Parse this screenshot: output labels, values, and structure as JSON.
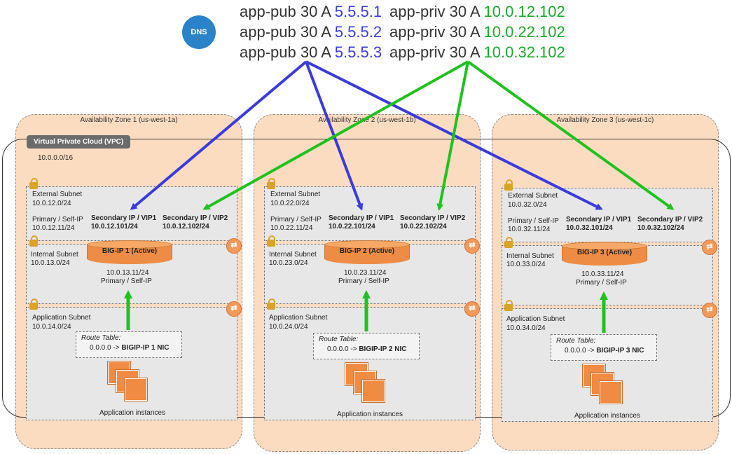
{
  "dns": {
    "icon": "dns-icon",
    "icon_text": "DNS",
    "pub": [
      {
        "prefix": "app-pub 30 A ",
        "ip": "5.5.5.1"
      },
      {
        "prefix": "app-pub 30 A ",
        "ip": "5.5.5.2"
      },
      {
        "prefix": "app-pub 30 A ",
        "ip": "5.5.5.3"
      }
    ],
    "priv": [
      {
        "prefix": "app-priv 30 A ",
        "ip": "10.0.12.102"
      },
      {
        "prefix": "app-priv 30 A ",
        "ip": "10.0.22.102"
      },
      {
        "prefix": "app-priv 30 A ",
        "ip": "10.0.32.102"
      }
    ]
  },
  "vpc": {
    "label": "Virtual Private Cloud (VPC)",
    "cidr": "10.0.0.0/16"
  },
  "colors": {
    "pub_arrow": "#3b3bdc",
    "priv_arrow": "#1fc21f",
    "zone": "#fbdcc1",
    "bigip": "#ee8c45"
  },
  "zones": [
    {
      "label": "Availability Zone 1 (us-west-1a)",
      "external": {
        "label": "External Subnet",
        "cidr": "10.0.12.0/24",
        "primary_label": "Primary / Self-IP",
        "primary_ip": "10.0.12.11/24",
        "vip1_label": "Secondary IP / VIP1",
        "vip1_ip": "10.0.12.101/24",
        "vip2_label": "Secondary IP / VIP2",
        "vip2_ip": "10.0.12.102/24"
      },
      "internal": {
        "label": "Internal Subnet",
        "cidr": "10.0.13.0/24",
        "ip": "10.0.13.11/24",
        "ip_label": "Primary / Self-IP"
      },
      "bigip": "BIG-IP 1 (Active)",
      "app": {
        "label": "Application Subnet",
        "cidr": "10.0.14.0/24",
        "route_title": "Route Table:",
        "route_prefix": "0.0.0.0 -> ",
        "route_target": "BIGIP-IP 1 NIC",
        "instances": "Application instances"
      }
    },
    {
      "label": "Availability Zone 2 (us-west-1b)",
      "external": {
        "label": "External Subnet",
        "cidr": "10.0.22.0/24",
        "primary_label": "Primary / Self-IP",
        "primary_ip": "10.0.22.11/24",
        "vip1_label": "Secondary IP / VIP1",
        "vip1_ip": "10.0.22.101/24",
        "vip2_label": "Secondary IP / VIP2",
        "vip2_ip": "10.0.22.102/24"
      },
      "internal": {
        "label": "Internal Subnet",
        "cidr": "10.0.23.0/24",
        "ip": "10.0.23.11/24",
        "ip_label": "Primary / Self-IP"
      },
      "bigip": "BIG-IP 2 (Active)",
      "app": {
        "label": "Application Subnet",
        "cidr": "10.0.24.0/24",
        "route_title": "Route Table:",
        "route_prefix": "0.0.0.0 -> ",
        "route_target": "BIGIP-IP 2 NIC",
        "instances": "Application instances"
      }
    },
    {
      "label": "Availability Zone 3 (us-west-1c)",
      "external": {
        "label": "External Subnet",
        "cidr": "10.0.32.0/24",
        "primary_label": "Primary / Self-IP",
        "primary_ip": "10.0.32.11/24",
        "vip1_label": "Secondary IP / VIP1",
        "vip1_ip": "10.0.32.101/24",
        "vip2_label": "Secondary IP / VIP2",
        "vip2_ip": "10.0.32.102/24"
      },
      "internal": {
        "label": "Internal Subnet",
        "cidr": "10.0.33.0/24",
        "ip": "10.0.33.11/24",
        "ip_label": "Primary / Self-IP"
      },
      "bigip": "BIG-IP 3 (Active)",
      "app": {
        "label": "Application Subnet",
        "cidr": "10.0.34.0/24",
        "route_title": "Route Table:",
        "route_prefix": "0.0.0.0 -> ",
        "route_target": "BIGIP-IP 3 NIC",
        "instances": "Application instances"
      }
    }
  ]
}
